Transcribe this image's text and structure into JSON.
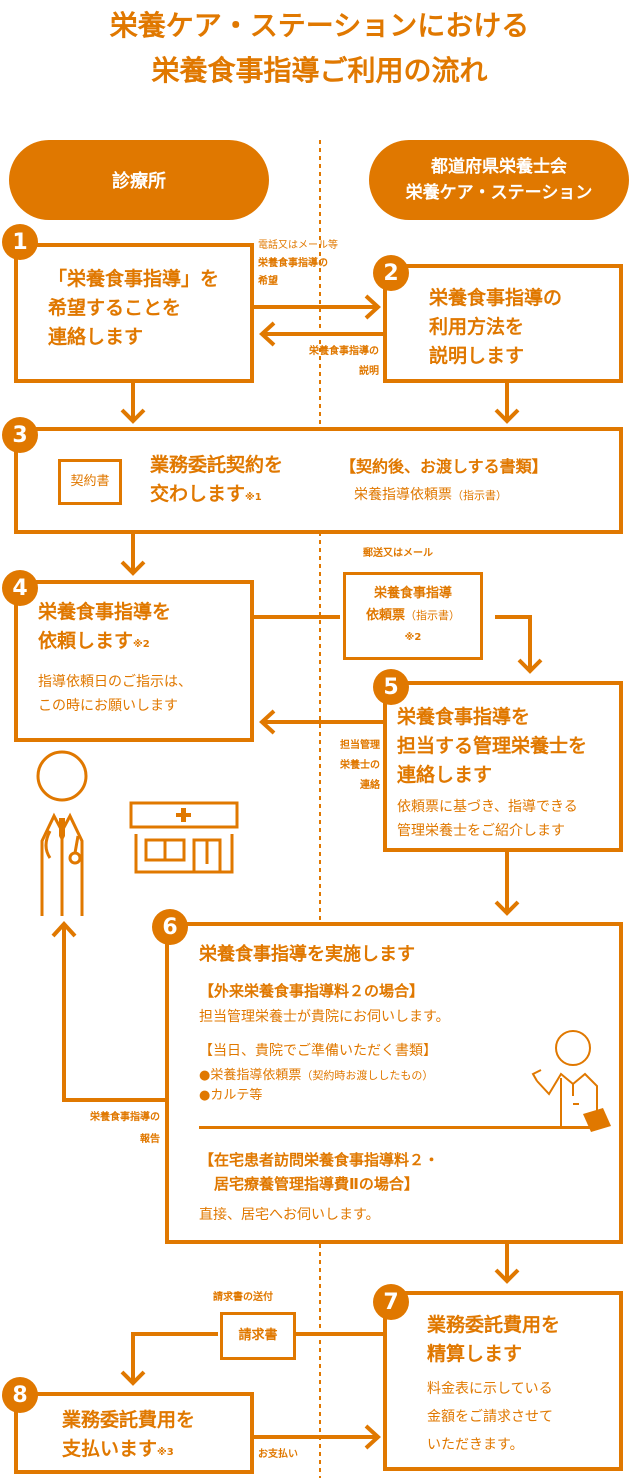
{
  "title": {
    "line1": "栄養ケア・ステーションにおける",
    "line2": "栄養食事指導ご利用の流れ"
  },
  "columns": {
    "left": "診療所",
    "right_line1": "都道府県栄養士会",
    "right_line2": "栄養ケア・ステーション"
  },
  "colors": {
    "accent": "#e07800",
    "text_on_accent": "#ffffff"
  },
  "steps": [
    {
      "number": "1",
      "lines": [
        "「栄養食事指導」を",
        "希望することを",
        "連絡します"
      ]
    },
    {
      "number": "2",
      "lines": [
        "栄養食事指導の",
        "利用方法を",
        "説明します"
      ]
    },
    {
      "number": "3",
      "doc_label": "契約書",
      "lines": [
        "業務委託契約を",
        "交わします"
      ],
      "note": "※1",
      "side_heading": "【契約後、お渡しする書類】",
      "side_text": "栄養指導依頼票",
      "side_paren": "（指示書）"
    },
    {
      "number": "4",
      "lines": [
        "栄養食事指導を",
        "依頼します"
      ],
      "note": "※2",
      "sub": [
        "指導依頼日のご指示は、",
        "この時にお願いします"
      ]
    },
    {
      "number": "5",
      "lines": [
        "栄養食事指導を",
        "担当する管理栄養士を",
        "連絡します"
      ],
      "sub": [
        "依頼票に基づき、指導できる",
        "管理栄養士をご紹介します"
      ]
    },
    {
      "number": "6",
      "heading": "栄養食事指導を実施します",
      "case1_heading": "【外来栄養食事指導料２の場合】",
      "case1_text": "担当管理栄養士が貴院にお伺いします。",
      "case1_docs_heading": "【当日、貴院でご準備いただく書類】",
      "case1_docs": [
        {
          "text": "●栄養指導依頼票",
          "paren": "（契約時お渡ししたもの）"
        },
        {
          "text": "●カルテ等",
          "paren": ""
        }
      ],
      "case2_heading1": "【在宅患者訪問栄養食事指導料２・",
      "case2_heading2": "　居宅療養管理指導費Ⅱの場合】",
      "case2_text": "直接、居宅へお伺いします。"
    },
    {
      "number": "7",
      "lines": [
        "業務委託費用を",
        "精算します"
      ],
      "sub": [
        "料金表に示している",
        "金額をご請求させて",
        "いただきます。"
      ]
    },
    {
      "number": "8",
      "lines": [
        "業務委託費用を",
        "支払います"
      ],
      "note": "※3"
    }
  ],
  "arrow_labels": {
    "one_to_two_top": "電話又はメール等",
    "one_to_two_1": "栄養食事指導の",
    "one_to_two_2": "希望",
    "two_to_one_1": "栄養食事指導の",
    "two_to_one_2": "説明",
    "mail_label": "郵送又はメール",
    "request_doc_1": "栄養食事指導",
    "request_doc_2": "依頼票",
    "request_doc_paren": "（指示書）",
    "request_doc_note": "※2",
    "five_to_four_1": "担当管理",
    "five_to_four_2": "栄養士の",
    "five_to_four_3": "連絡",
    "report_1": "栄養食事指導の",
    "report_2": "報告",
    "invoice_label": "請求書の送付",
    "invoice_doc": "請求書",
    "payment": "お支払い"
  },
  "icons": [
    "doctor-icon",
    "clinic-icon",
    "dietitian-icon",
    "document-icon"
  ]
}
